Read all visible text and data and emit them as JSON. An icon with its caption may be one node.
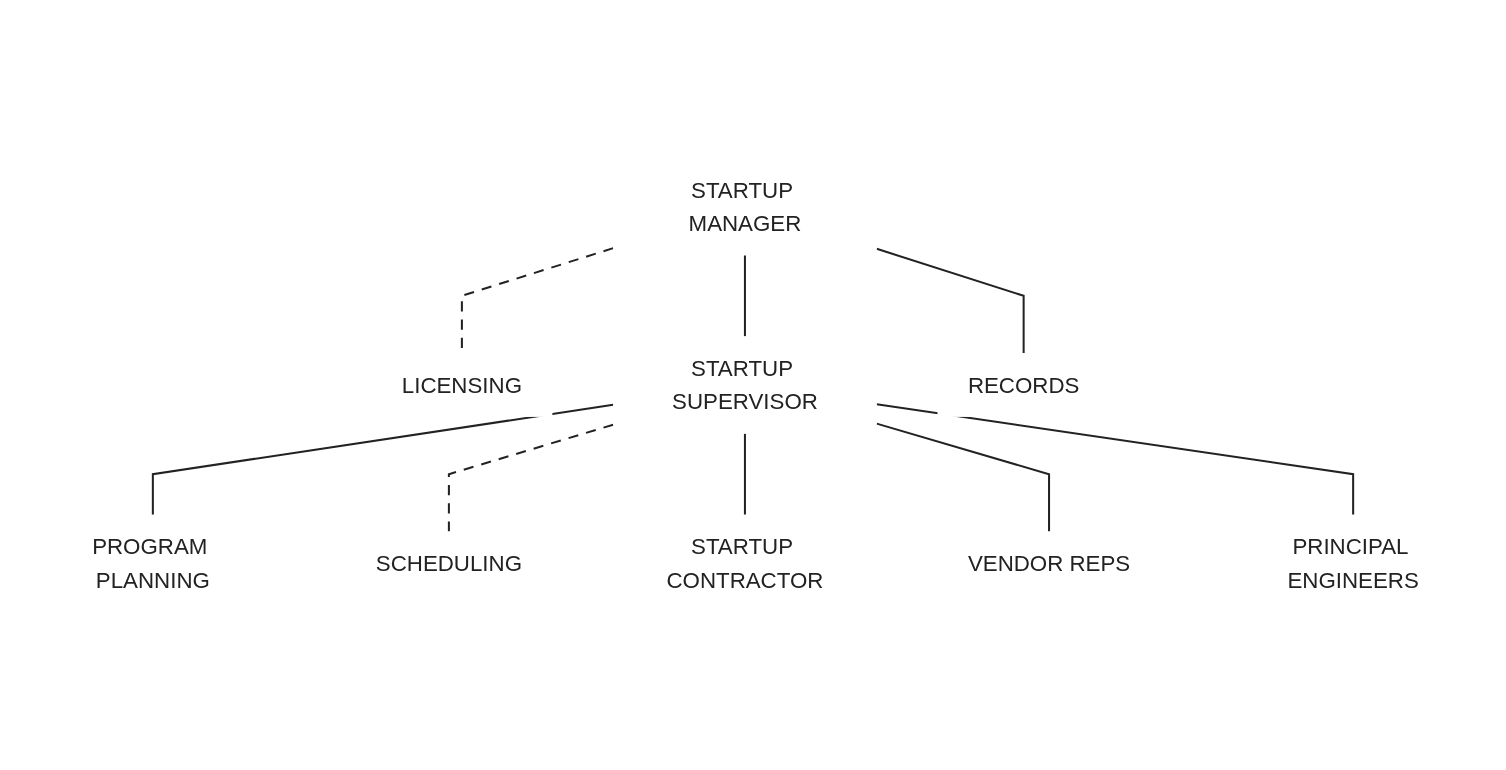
{
  "diagram": {
    "nodes": [
      {
        "text": [
          "STARTUP MANAGER"
        ]
      },
      {
        "text": [
          "LICENSING"
        ]
      },
      {
        "text": [
          "STARTUP SUPERVISOR"
        ]
      },
      {
        "text": [
          "RECORDS"
        ]
      },
      {
        "text": [
          "PROGRAM PLANNING"
        ]
      },
      {
        "text": [
          "SCHEDULING"
        ]
      },
      {
        "text": [
          "STARTUP CONTRACTOR"
        ]
      },
      {
        "text": [
          "VENDOR REPS"
        ]
      },
      {
        "text": [
          "PRINCIPAL ENGINEERS"
        ]
      }
    ],
    "edges": [
      {
        "from": 0,
        "to": 1,
        "arrow": "none",
        "style": "dashed"
      },
      {
        "from": 0,
        "to": 2,
        "arrow": "none"
      },
      {
        "from": 0,
        "to": 3,
        "arrow": "none"
      },
      {
        "from": 2,
        "to": 4,
        "arrow": "none"
      },
      {
        "from": 2,
        "to": 5,
        "arrow": "none",
        "style": "dashed"
      },
      {
        "from": 2,
        "to": 6,
        "arrow": "none"
      },
      {
        "from": 2,
        "to": 7,
        "arrow": "none"
      },
      {
        "from": 2,
        "to": 8,
        "arrow": "none"
      }
    ]
  }
}
